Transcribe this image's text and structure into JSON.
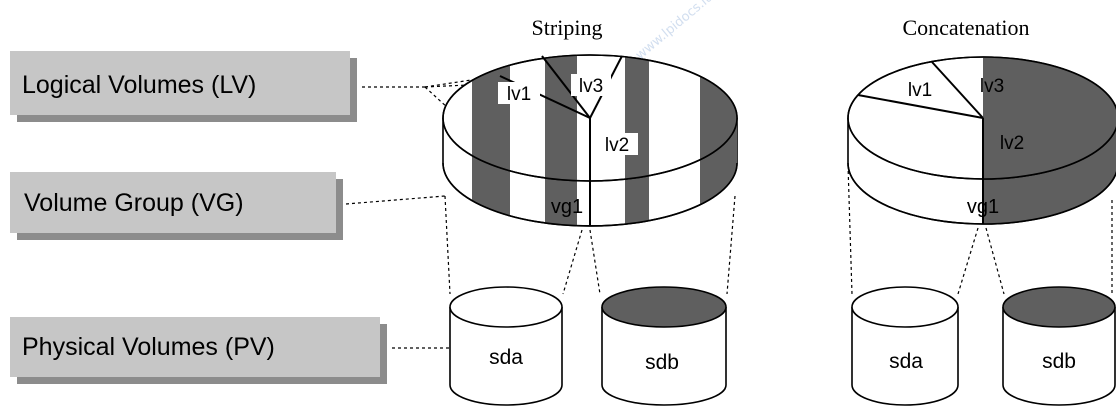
{
  "legend": {
    "lv": "Logical Volumes (LV)",
    "vg": "Volume Group (VG)",
    "pv": "Physical Volumes (PV)"
  },
  "striping": {
    "title": "Striping",
    "lv1": "lv1",
    "lv2": "lv2",
    "lv3": "lv3",
    "vg": "vg1",
    "disk_a": "sda",
    "disk_b": "sdb"
  },
  "concatenation": {
    "title": "Concatenation",
    "lv1": "lv1",
    "lv2": "lv2",
    "lv3": "lv3",
    "vg": "vg1",
    "disk_a": "sda",
    "disk_b": "sdb"
  },
  "watermark": "www.lpidocs.it",
  "colors": {
    "stripe_dark": "#5f5f5f",
    "label_box": "#c6c6c6",
    "label_shadow": "#8c8c8c",
    "stroke": "#000000"
  }
}
